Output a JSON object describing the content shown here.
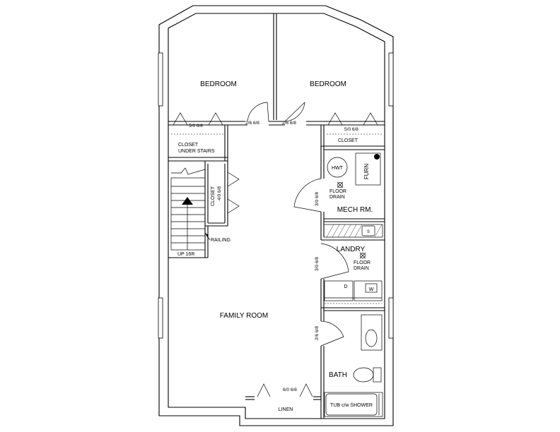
{
  "rooms": {
    "bedroom_left": "BEDROOM",
    "bedroom_right": "BEDROOM",
    "family_room": "FAMILY ROOM",
    "mech_room": "MECH RM.",
    "laundry": "LANDRY",
    "bath": "BATH",
    "closet_under_stairs_line1": "CLOSET",
    "closet_under_stairs_line2": "UNDER STAIRS",
    "closet_right": "CLOSET",
    "closet_vertical": "CLOSET",
    "linen": "LINEN"
  },
  "fixtures": {
    "hwt": "HWT",
    "furn": "FURN",
    "floor_drain_mech_1": "FLOOR",
    "floor_drain_mech_2": "DRAIN",
    "floor_drain_laundry_1": "FLOOR",
    "floor_drain_laundry_2": "DRAIN",
    "sink": "S",
    "dryer": "D",
    "washer": "W",
    "tub_shower": "TUB c/w SHOWER"
  },
  "doors": {
    "closet_left_size": "5/0 6/8",
    "bed_left_door": "2/6 6/8",
    "bed_right_door": "2/6 6/8",
    "closet_right_size": "5/0 6/8",
    "closet_vert_size": "4/0 6/8",
    "mech_door": "3/0 6/8",
    "laundry_door": "3/0 6/8",
    "bath_door": "2/6 6/8",
    "linen_size": "6/0 6/8"
  },
  "stairs": {
    "up_label": "UP 16R",
    "railing_label": "RAILING"
  }
}
